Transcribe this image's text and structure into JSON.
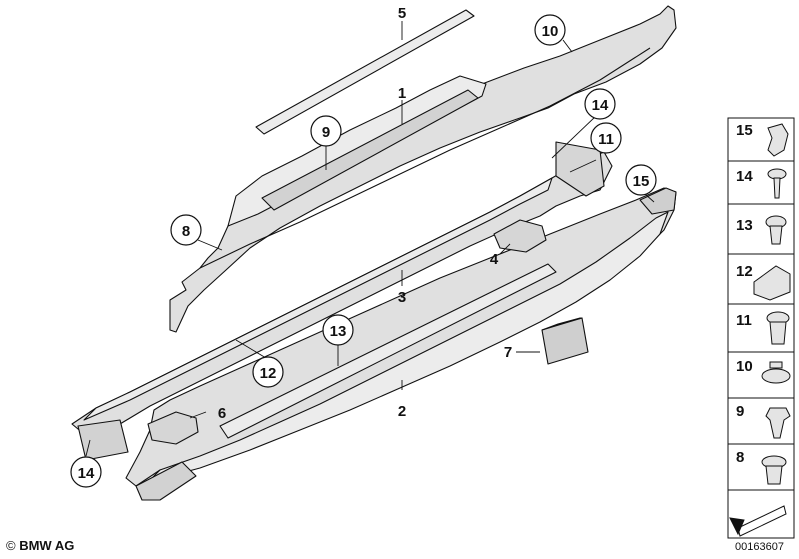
{
  "callouts": [
    "1",
    "2",
    "3",
    "4",
    "5",
    "6",
    "7",
    "8",
    "9",
    "10",
    "11",
    "12",
    "13",
    "14",
    "15"
  ],
  "legend": {
    "items": [
      "15",
      "14",
      "13",
      "12",
      "11",
      "10",
      "9",
      "8"
    ]
  },
  "footer": {
    "copyright_mark": "©",
    "brand": "BMW AG",
    "document_number": "00163607"
  },
  "colors": {
    "part_fill": "#d9d9d9",
    "part_light": "#ececec",
    "outline": "#111111",
    "background": "#ffffff"
  }
}
